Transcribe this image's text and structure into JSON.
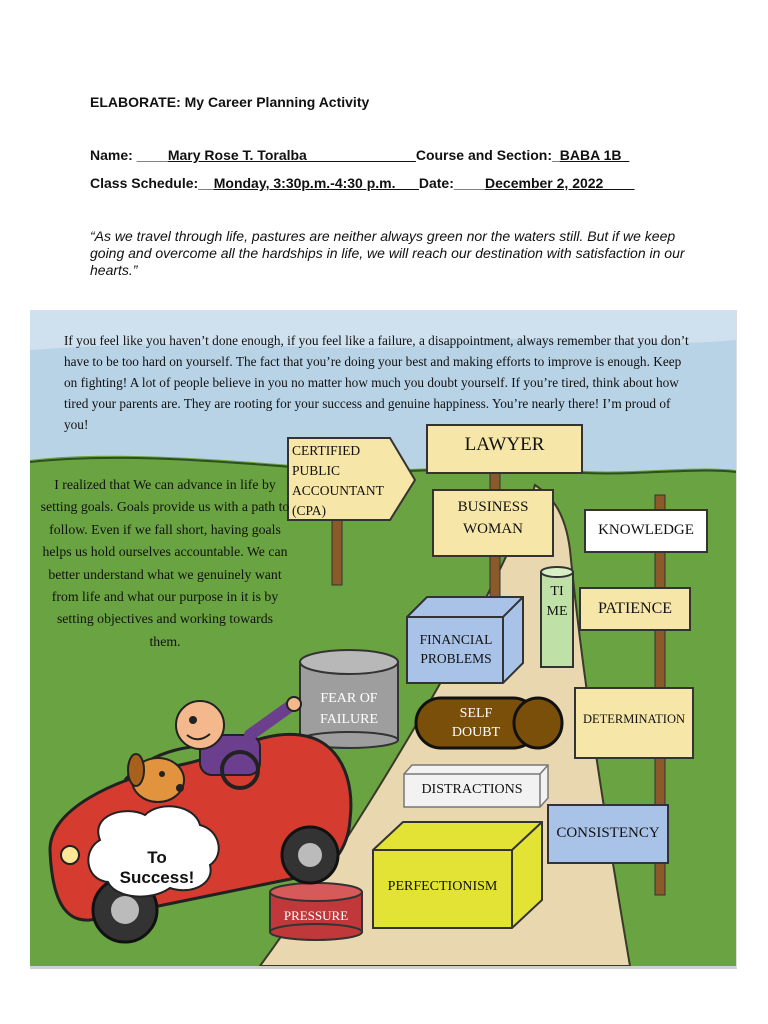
{
  "header": {
    "title": "ELABORATE: My Career Planning Activity",
    "name_prefix": "Name: ____",
    "name_value": "Mary Rose T. Toralba______________",
    "course_prefix": "Course and Section:_",
    "course_value": "BABA 1B_",
    "schedule_prefix": "Class Schedule:__",
    "schedule_value": "Monday, 3:30p.m.-4:30 p.m.___",
    "date_prefix": "Date:____",
    "date_value": "December 2, 2022____"
  },
  "quote": "“As we travel through life, pastures are neither always green nor the waters still.  But if we keep going and overcome all the hardships in life, we will reach our destination with satisfaction in our hearts.”",
  "illustration": {
    "top_paragraph": "If you feel like you haven’t done enough, if you feel like a failure, a disappointment, always remember that you don’t have to be too hard on yourself. The fact that you’re doing your best and making efforts to improve is enough. Keep on fighting! A lot of people believe in you no matter how much you doubt yourself. If you’re tired, think about how tired your parents are. They are rooting for your success and genuine happiness. You’re nearly there! I’m proud of you!",
    "left_paragraph": "I realized that We can advance in life by setting goals. Goals provide us with a path to follow. Even if we fall short, having goals helps us hold ourselves accountable. We can better understand what we genuinely want from life and what our purpose in it is by setting objectives and working towards them.",
    "signs": {
      "cpa": "CERTIFIED PUBLIC ACCOUNTANT (CPA)",
      "lawyer": "LAWYER",
      "business_woman": "BUSINESS WOMAN",
      "knowledge": "KNOWLEDGE",
      "patience": "PATIENCE",
      "determination": "DETERMINATION",
      "consistency": "CONSISTENCY"
    },
    "obstacles": {
      "time": "TIME",
      "financial": "FINANCIAL PROBLEMS",
      "fear": "FEAR OF FAILURE",
      "self_doubt": "SELF DOUBT",
      "distractions": "DISTRACTIONS",
      "perfectionism": "PERFECTIONISM",
      "pressure": "PRESSURE"
    },
    "bubble": "To Success!",
    "colors": {
      "sky": "#b9d3e6",
      "grass": "#6aa341",
      "road": "#e9d7b0",
      "sign": "#f6e6a8",
      "car": "#d63b2f",
      "financial": "#a9c2e8",
      "fear": "#9e9e9e",
      "self_doubt": "#7a4f0a",
      "perfectionism": "#e3e335",
      "pressure": "#c0383a",
      "time": "#bfe0a6"
    }
  }
}
